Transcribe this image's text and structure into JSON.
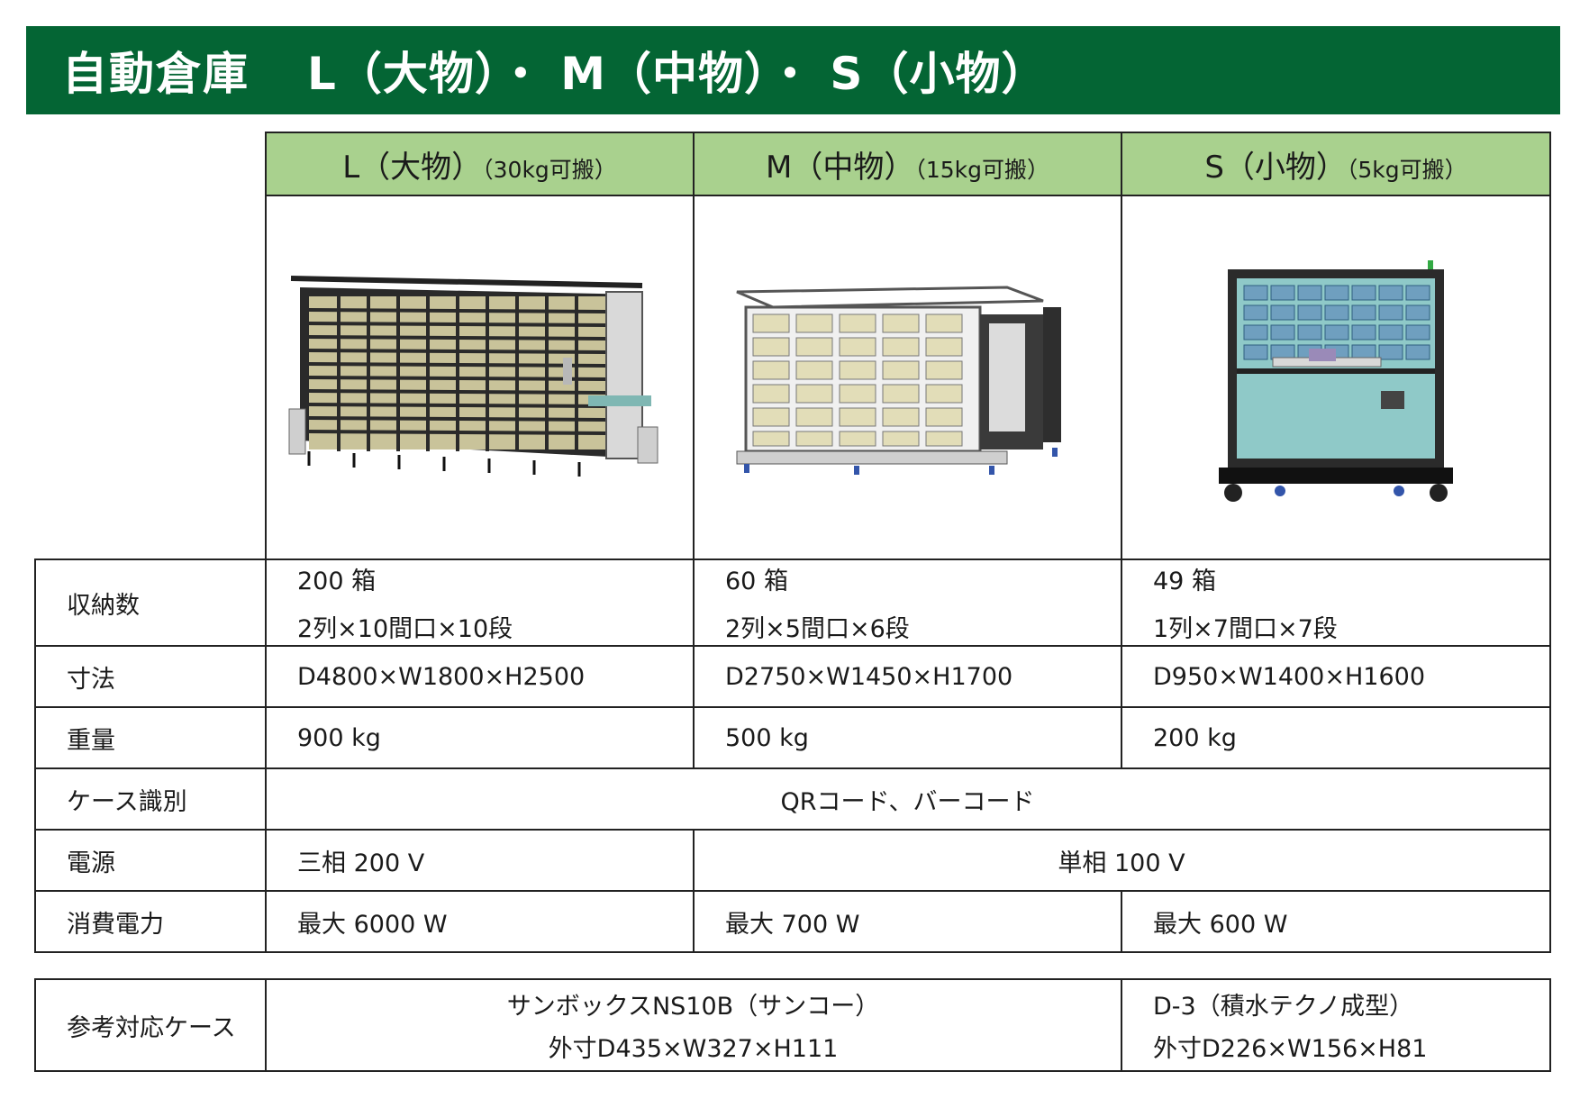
{
  "banner": {
    "title": "自動倉庫",
    "subtitle": "L（大物）・ M（中物）・ S（小物）"
  },
  "columns": [
    {
      "name": "L（大物）",
      "capacity": "（30kg可搬）"
    },
    {
      "name": "M（中物）",
      "capacity": "（15kg可搬）"
    },
    {
      "name": "S（小物）",
      "capacity": "（5kg可搬）"
    }
  ],
  "rows": {
    "storage": {
      "label": "収納数",
      "values": [
        {
          "count": "200 箱",
          "layout": "2列×10間口×10段"
        },
        {
          "count": "60 箱",
          "layout": "2列×5間口×6段"
        },
        {
          "count": "49 箱",
          "layout": "1列×7間口×7段"
        }
      ]
    },
    "dimensions": {
      "label": "寸法",
      "values": [
        "D4800×W1800×H2500",
        "D2750×W1450×H1700",
        "D950×W1400×H1600"
      ]
    },
    "weight": {
      "label": "重量",
      "values": [
        "900 kg",
        "500 kg",
        "200 kg"
      ]
    },
    "case_id": {
      "label": "ケース識別",
      "value": "QRコード、バーコード"
    },
    "power": {
      "label": "電源",
      "l_value": "三相 200 V",
      "ms_value": "単相 100 V"
    },
    "consumption": {
      "label": "消費電力",
      "values": [
        "最大 6000 W",
        "最大 700 W",
        "最大 600 W"
      ]
    }
  },
  "reference": {
    "label": "参考対応ケース",
    "lm": {
      "line1": "サンボックスNS10B（サンコー）",
      "line2": "外寸D435×W327×H111"
    },
    "s": {
      "line1": "D-3（積水テクノ成型）",
      "line2": "外寸D226×W156×H81"
    }
  },
  "colors": {
    "banner_bg": "#046534",
    "header_bg": "#a9d18e",
    "border": "#222222"
  },
  "icons": [
    "l-warehouse-image",
    "m-warehouse-image",
    "s-warehouse-image"
  ]
}
